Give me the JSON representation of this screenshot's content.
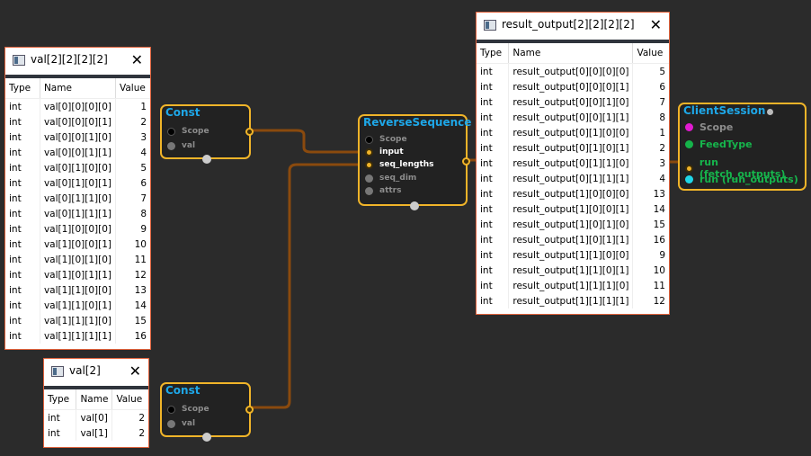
{
  "windows": {
    "val4": {
      "title": "val[2][2][2][2]",
      "close": "✕",
      "headers": [
        "Type",
        "Name",
        "Value"
      ],
      "rows": [
        [
          "int",
          "val[0][0][0][0]",
          "1"
        ],
        [
          "int",
          "val[0][0][0][1]",
          "2"
        ],
        [
          "int",
          "val[0][0][1][0]",
          "3"
        ],
        [
          "int",
          "val[0][0][1][1]",
          "4"
        ],
        [
          "int",
          "val[0][1][0][0]",
          "5"
        ],
        [
          "int",
          "val[0][1][0][1]",
          "6"
        ],
        [
          "int",
          "val[0][1][1][0]",
          "7"
        ],
        [
          "int",
          "val[0][1][1][1]",
          "8"
        ],
        [
          "int",
          "val[1][0][0][0]",
          "9"
        ],
        [
          "int",
          "val[1][0][0][1]",
          "10"
        ],
        [
          "int",
          "val[1][0][1][0]",
          "11"
        ],
        [
          "int",
          "val[1][0][1][1]",
          "12"
        ],
        [
          "int",
          "val[1][1][0][0]",
          "13"
        ],
        [
          "int",
          "val[1][1][0][1]",
          "14"
        ],
        [
          "int",
          "val[1][1][1][0]",
          "15"
        ],
        [
          "int",
          "val[1][1][1][1]",
          "16"
        ]
      ]
    },
    "val2": {
      "title": "val[2]",
      "close": "✕",
      "headers": [
        "Type",
        "Name",
        "Value"
      ],
      "rows": [
        [
          "int",
          "val[0]",
          "2"
        ],
        [
          "int",
          "val[1]",
          "2"
        ]
      ]
    },
    "result": {
      "title": "result_output[2][2][2][2]",
      "close": "✕",
      "headers": [
        "Type",
        "Name",
        "Value"
      ],
      "rows": [
        [
          "int",
          "result_output[0][0][0][0]",
          "5"
        ],
        [
          "int",
          "result_output[0][0][0][1]",
          "6"
        ],
        [
          "int",
          "result_output[0][0][1][0]",
          "7"
        ],
        [
          "int",
          "result_output[0][0][1][1]",
          "8"
        ],
        [
          "int",
          "result_output[0][1][0][0]",
          "1"
        ],
        [
          "int",
          "result_output[0][1][0][1]",
          "2"
        ],
        [
          "int",
          "result_output[0][1][1][0]",
          "3"
        ],
        [
          "int",
          "result_output[0][1][1][1]",
          "4"
        ],
        [
          "int",
          "result_output[1][0][0][0]",
          "13"
        ],
        [
          "int",
          "result_output[1][0][0][1]",
          "14"
        ],
        [
          "int",
          "result_output[1][0][1][0]",
          "15"
        ],
        [
          "int",
          "result_output[1][0][1][1]",
          "16"
        ],
        [
          "int",
          "result_output[1][1][0][0]",
          "9"
        ],
        [
          "int",
          "result_output[1][1][0][1]",
          "10"
        ],
        [
          "int",
          "result_output[1][1][1][0]",
          "11"
        ],
        [
          "int",
          "result_output[1][1][1][1]",
          "12"
        ]
      ]
    }
  },
  "nodes": {
    "const1": {
      "title": "Const",
      "ports": [
        "Scope",
        "val"
      ]
    },
    "const2": {
      "title": "Const",
      "ports": [
        "Scope",
        "val"
      ]
    },
    "reverse": {
      "title": "ReverseSequence",
      "ports": [
        "Scope",
        "input",
        "seq_lengths",
        "seq_dim",
        "attrs"
      ]
    },
    "session": {
      "title": "ClientSession",
      "ports": [
        "Scope",
        "FeedType",
        "run (fetch_outputs)",
        "run (run_outputs)"
      ]
    }
  },
  "colors": {
    "node_border": "#f0b429",
    "node_title": "#1ea7e8",
    "wire": "#8a4a0e",
    "window_border": "#e0623c",
    "background": "#2b2b2b"
  }
}
